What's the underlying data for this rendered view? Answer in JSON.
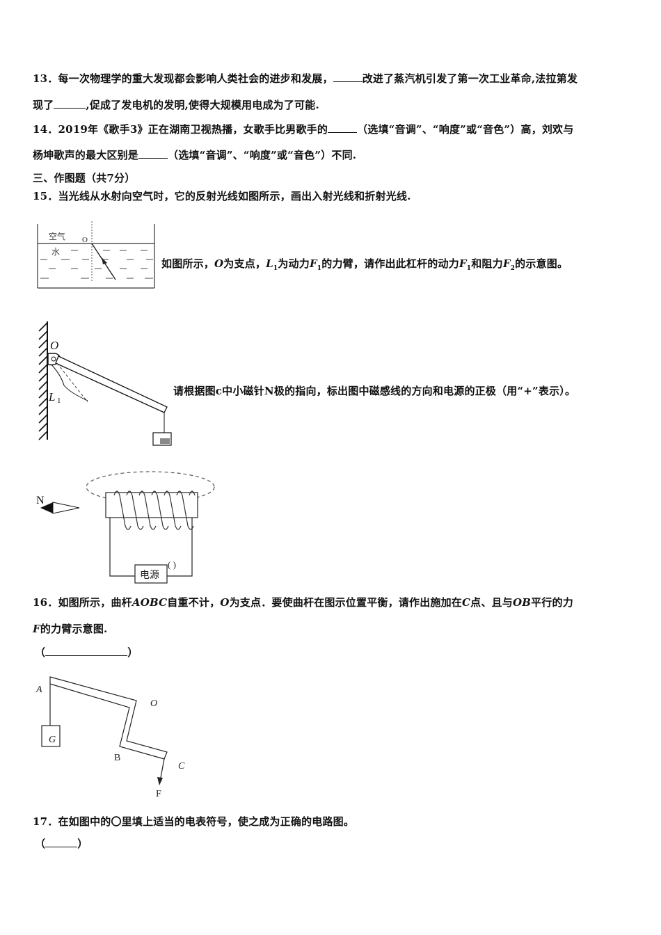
{
  "q13": {
    "number": "13．",
    "line1_a": "每一次物理学的重大发现都会影响人类社会的进步和发展，",
    "line1_b": "改进了蒸汽机引发了第一次工业革命,法拉第发",
    "line2_a": "现了",
    "line2_b": ",促成了发电机的发明,使得大规模用电成为了可能."
  },
  "q14": {
    "number": "14．",
    "line1_a": "2019年《歌手3》正在湖南卫视热播，女歌手比男歌手的",
    "line1_b": "（选填“音调”、“响度”或“音色”）高，刘欢与",
    "line2_a": "杨坤歌声的最大区别是",
    "line2_b": "（选填“音调”、“响度”或“音色”）不同."
  },
  "section3": {
    "title": "三、作图题（共7分）"
  },
  "q15": {
    "number": "15．",
    "text": "当光线从水射向空气时，它的反射光线如图所示，画出入射光线和折射光线.",
    "figure": {
      "label_air": "空气",
      "label_water": "水",
      "label_o": "O"
    }
  },
  "lever_question": {
    "text_a": "如图所示，",
    "o": "O",
    "text_b": "为支点，",
    "l1": "L",
    "l1_sub": "1",
    "text_c": "为动力",
    "f1": "F",
    "f1_sub": "1",
    "text_d": "的力臂，请作出此杠杆的动力",
    "f1b": "F",
    "f1b_sub": "1",
    "text_e": "和阻力",
    "f2": "F",
    "f2_sub": "2",
    "text_f": "的示意图。",
    "figure": {
      "label_o": "O",
      "label_l1": "L",
      "label_l1_sub": "1"
    }
  },
  "magnet_question": {
    "text": "请根据图c中小磁针N极的指向，标出图中磁感线的方向和电源的正极（用“+”表示）。",
    "figure": {
      "label_n": "N",
      "label_power": "电源",
      "label_paren": "(   )"
    }
  },
  "q16": {
    "number": "16．",
    "line1_a": "如图所示，曲杆",
    "aobc": "AOBC",
    "line1_b": "自重不计，",
    "o": "O",
    "line1_c": "为支点．要使曲杆在图示位置平衡，请作出施加在",
    "c": "C",
    "line1_d": "点、且与",
    "ob": "OB",
    "line1_e": "平行的力",
    "f": "F",
    "line2": "的力臂示意图.",
    "answer_open": "（",
    "answer_close": "）",
    "figure": {
      "label_a": "A",
      "label_o": "O",
      "label_b": "B",
      "label_c": "C",
      "label_f": "F",
      "label_g": "G"
    }
  },
  "q17": {
    "number": "17．",
    "text": "在如图中的〇里填上适当的电表符号，使之成为正确的电路图。",
    "answer_open": "（",
    "answer_close": "）"
  }
}
